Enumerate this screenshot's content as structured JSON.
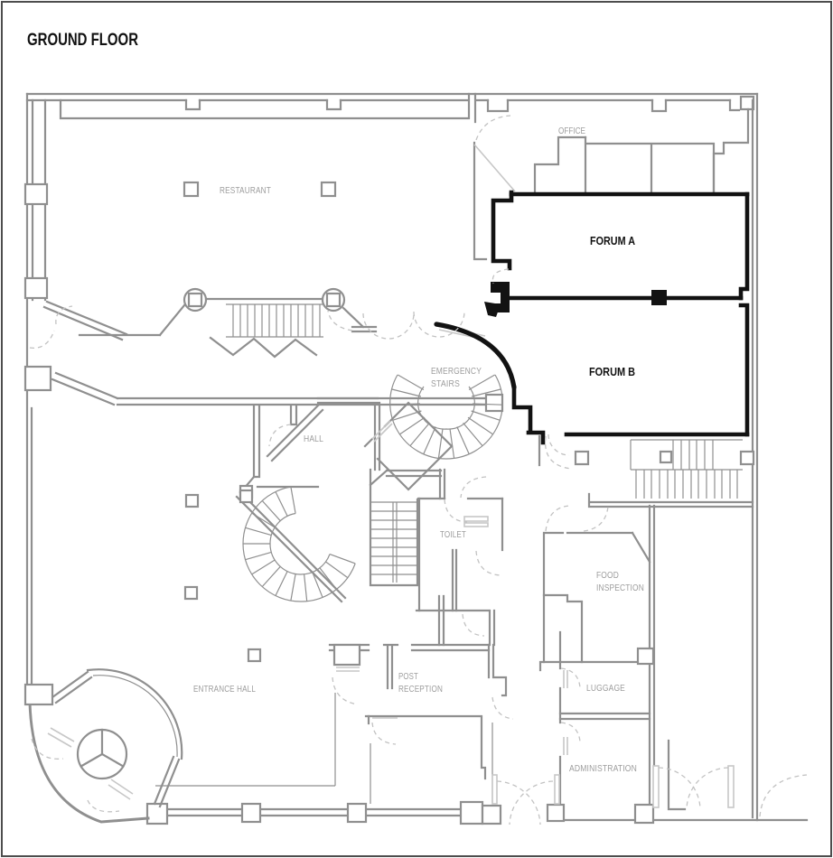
{
  "title": "GROUND FLOOR",
  "colors": {
    "bg": "#ffffff",
    "wall": "#8f8f8f",
    "wall_light": "#c7c7c7",
    "bold": "#121212",
    "label": "#9d9d9d",
    "dash": "#c2c2c2",
    "frame": "#4d4d4d"
  },
  "rooms": {
    "restaurant": {
      "label": "RESTAURANT"
    },
    "office": {
      "label": "OFFICE"
    },
    "forum_a": {
      "label": "FORUM A"
    },
    "forum_b": {
      "label": "FORUM B"
    },
    "emergency_stairs": {
      "line1": "EMERGENCY",
      "line2": "STAIRS"
    },
    "hall": {
      "label": "HALL"
    },
    "toilet": {
      "label": "TOILET"
    },
    "food_inspection": {
      "line1": "FOOD",
      "line2": "INSPECTION"
    },
    "post_reception": {
      "line1": "POST",
      "line2": "RECEPTION"
    },
    "entrance_hall": {
      "label": "ENTRANCE HALL"
    },
    "luggage": {
      "label": "LUGGAGE"
    },
    "administration": {
      "label": "ADMINISTRATION"
    }
  }
}
